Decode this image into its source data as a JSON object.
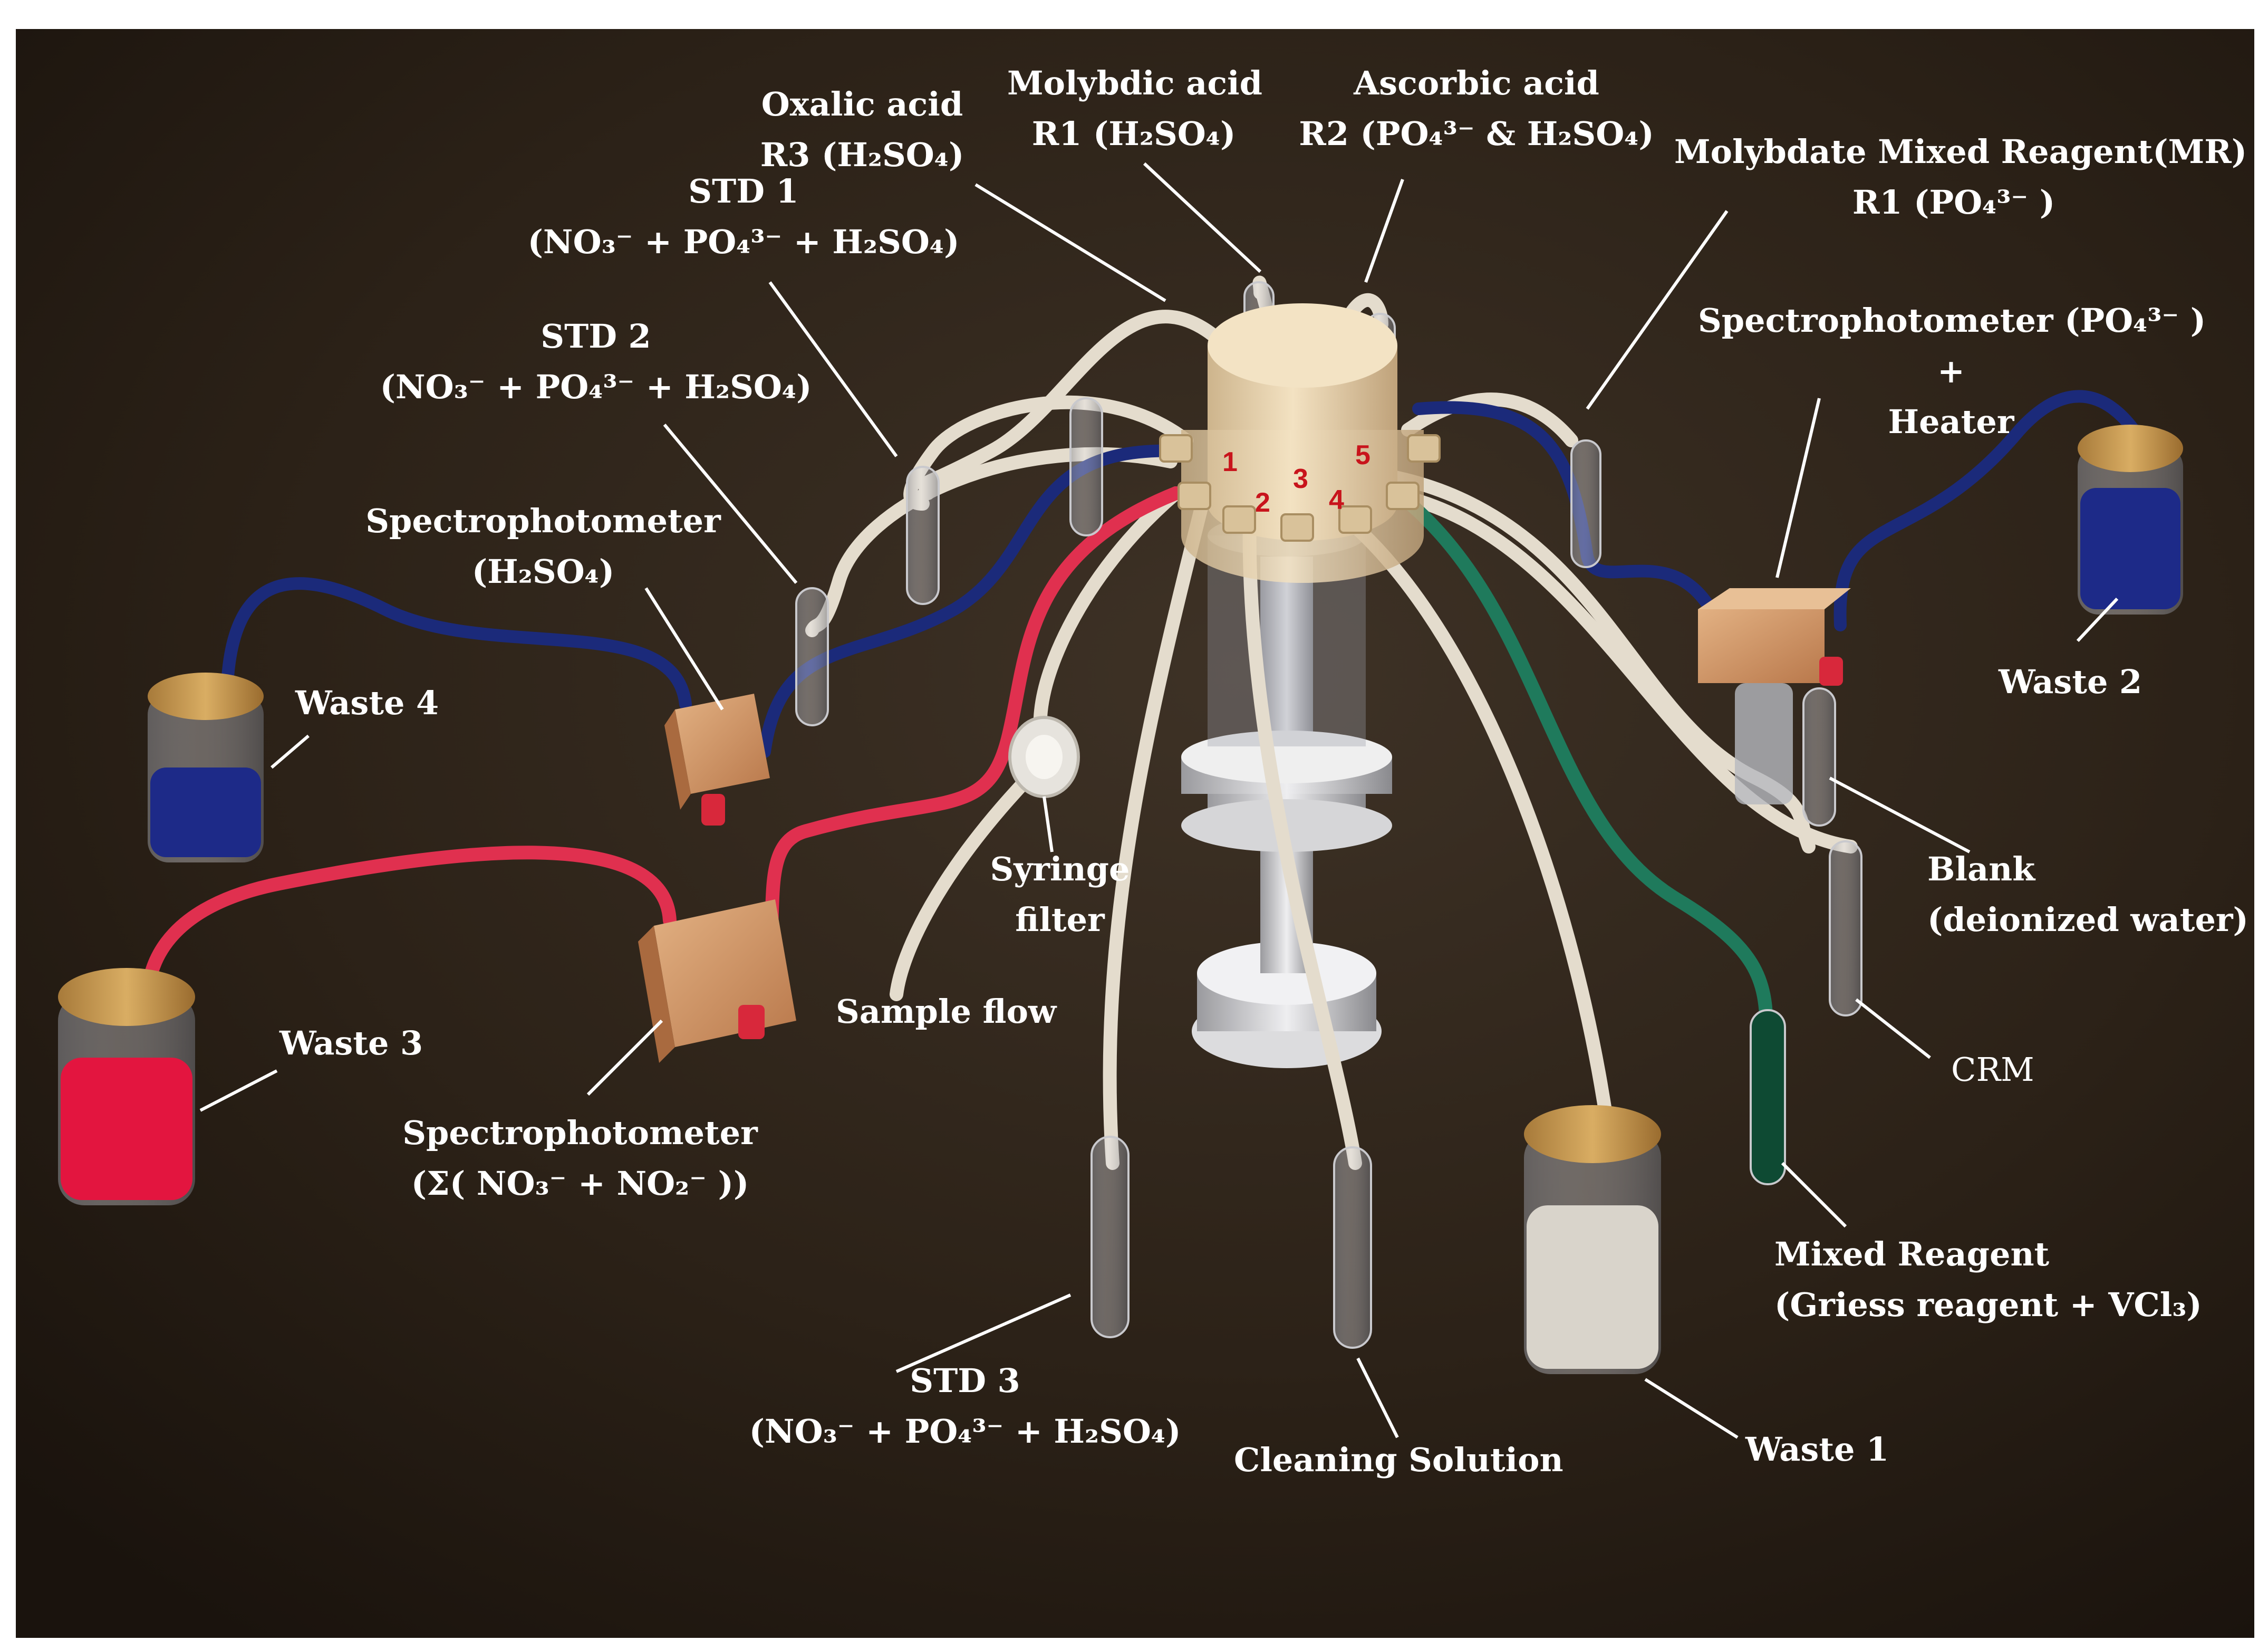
{
  "colors": {
    "background": "#2b2117",
    "tube_neutral": "#e4dccd",
    "tube_blue": "#1b2a7a",
    "tube_red": "#e0304f",
    "tube_green": "#1f7a5c",
    "valve_body": "#f0dcb8",
    "port_number": "#c8141c",
    "leader_line": "#ffffff"
  },
  "valve": {
    "port_numbers": [
      "1",
      "2",
      "3",
      "4",
      "5"
    ]
  },
  "labels": {
    "oxalic_acid": {
      "line1": "Oxalic acid",
      "line2": "R3 (H₂SO₄)"
    },
    "molybdic_acid": {
      "line1": "Molybdic acid",
      "line2": "R1 (H₂SO₄)"
    },
    "ascorbic_acid": {
      "line1": "Ascorbic acid",
      "line2": "R2 (PO₄³⁻ & H₂SO₄)"
    },
    "molybdate_mr": {
      "line1": "Molybdate Mixed Reagent(MR)",
      "line2": "R1 (PO₄³⁻ )"
    },
    "std1": {
      "line1": "STD 1",
      "line2": "(NO₃⁻ + PO₄³⁻ + H₂SO₄)"
    },
    "std2": {
      "line1": "STD 2",
      "line2": "(NO₃⁻ + PO₄³⁻ + H₂SO₄)"
    },
    "std3": {
      "line1": "STD 3",
      "line2": "(NO₃⁻ + PO₄³⁻ + H₂SO₄)"
    },
    "spectro_h2so4": {
      "line1": "Spectrophotometer",
      "line2": "(H₂SO₄)"
    },
    "spectro_po4": {
      "line1": "Spectrophotometer (PO₄³⁻ )",
      "line2": "+",
      "line3": "Heater"
    },
    "spectro_nox": {
      "line1": "Spectrophotometer",
      "line2": "(Σ( NO₃⁻ + NO₂⁻ ))"
    },
    "waste1": "Waste 1",
    "waste2": "Waste 2",
    "waste3": "Waste 3",
    "waste4": "Waste 4",
    "syringe_filter": {
      "line1": "Syringe",
      "line2": "filter"
    },
    "sample_flow": "Sample flow",
    "blank": {
      "line1": "Blank",
      "line2": "(deionized water)"
    },
    "crm": "CRM",
    "mixed_reagent": {
      "line1": "Mixed Reagent",
      "line2": "(Griess reagent + VCl₃)"
    },
    "cleaning_solution": "Cleaning Solution"
  }
}
